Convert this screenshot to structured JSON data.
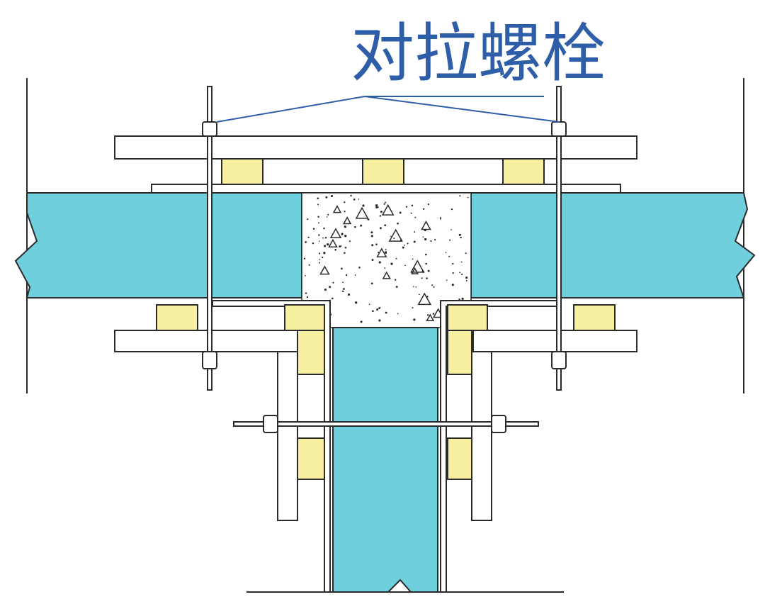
{
  "label": {
    "text": "对拉螺栓"
  },
  "colors": {
    "wall_fill": "#6fcfdc",
    "spacer_block": "#f6f0a0",
    "outline": "#2b2b2b",
    "leader_line": "#2f5ea8",
    "label_text": "#2f5ea8",
    "concrete": "#ffffff"
  },
  "icons": [
    "tie-bolt",
    "nut",
    "concrete-aggregate"
  ]
}
